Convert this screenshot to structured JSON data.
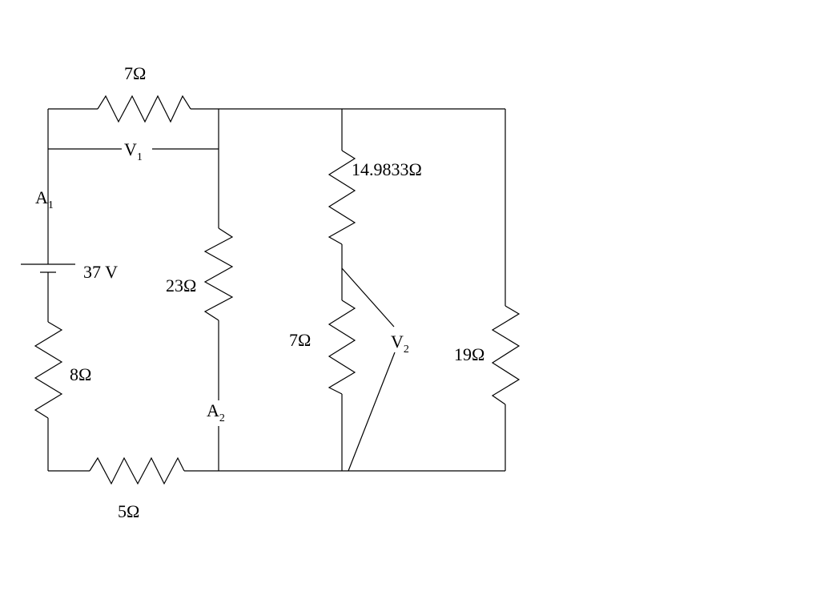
{
  "diagram": {
    "type": "circuit schematic",
    "source": {
      "battery_voltage": "37 V"
    },
    "resistors": {
      "top_left": "7Ω",
      "middle_left_vertical": "23Ω",
      "upper_middle": "14.9833Ω",
      "lower_middle": "7Ω",
      "right": "19Ω",
      "left_vertical": "8Ω",
      "bottom": "5Ω"
    },
    "meters": {
      "ammeter_1": {
        "letter": "A",
        "sub": "1"
      },
      "ammeter_2": {
        "letter": "A",
        "sub": "2"
      },
      "voltmeter_1": {
        "letter": "V",
        "sub": "1"
      },
      "voltmeter_2": {
        "letter": "V",
        "sub": "2"
      }
    }
  }
}
